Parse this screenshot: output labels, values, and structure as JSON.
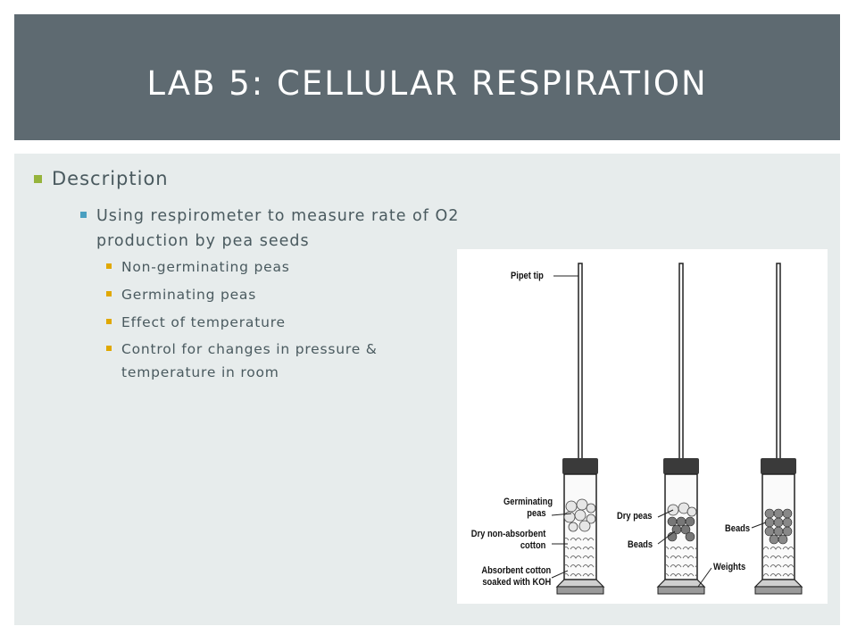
{
  "slide": {
    "title": "LAB 5: CELLULAR RESPIRATION"
  },
  "content": {
    "heading": "Description",
    "subpoint": "Using respirometer to measure rate of O2 production by pea seeds",
    "items": [
      "Non-germinating  peas",
      "Germinating  peas",
      "Effect  of temperature",
      "Control for changes in pressure & temperature in room"
    ]
  },
  "figure": {
    "labels": {
      "pipet_tip": "Pipet tip",
      "germinating_peas": "Germinating peas",
      "dry_cotton": "Dry non-absorbent cotton",
      "absorbent_cotton": "Absorbent cotton soaked with KOH",
      "dry_peas": "Dry peas",
      "beads_middle": "Beads",
      "weights": "Weights",
      "beads_right": "Beads"
    }
  },
  "colors": {
    "title_bar": "#5e6a71",
    "content_bg": "#e7ecec",
    "bullet_l1": "#96b43c",
    "bullet_l2": "#4a9fc0",
    "bullet_l3": "#e0a800"
  }
}
